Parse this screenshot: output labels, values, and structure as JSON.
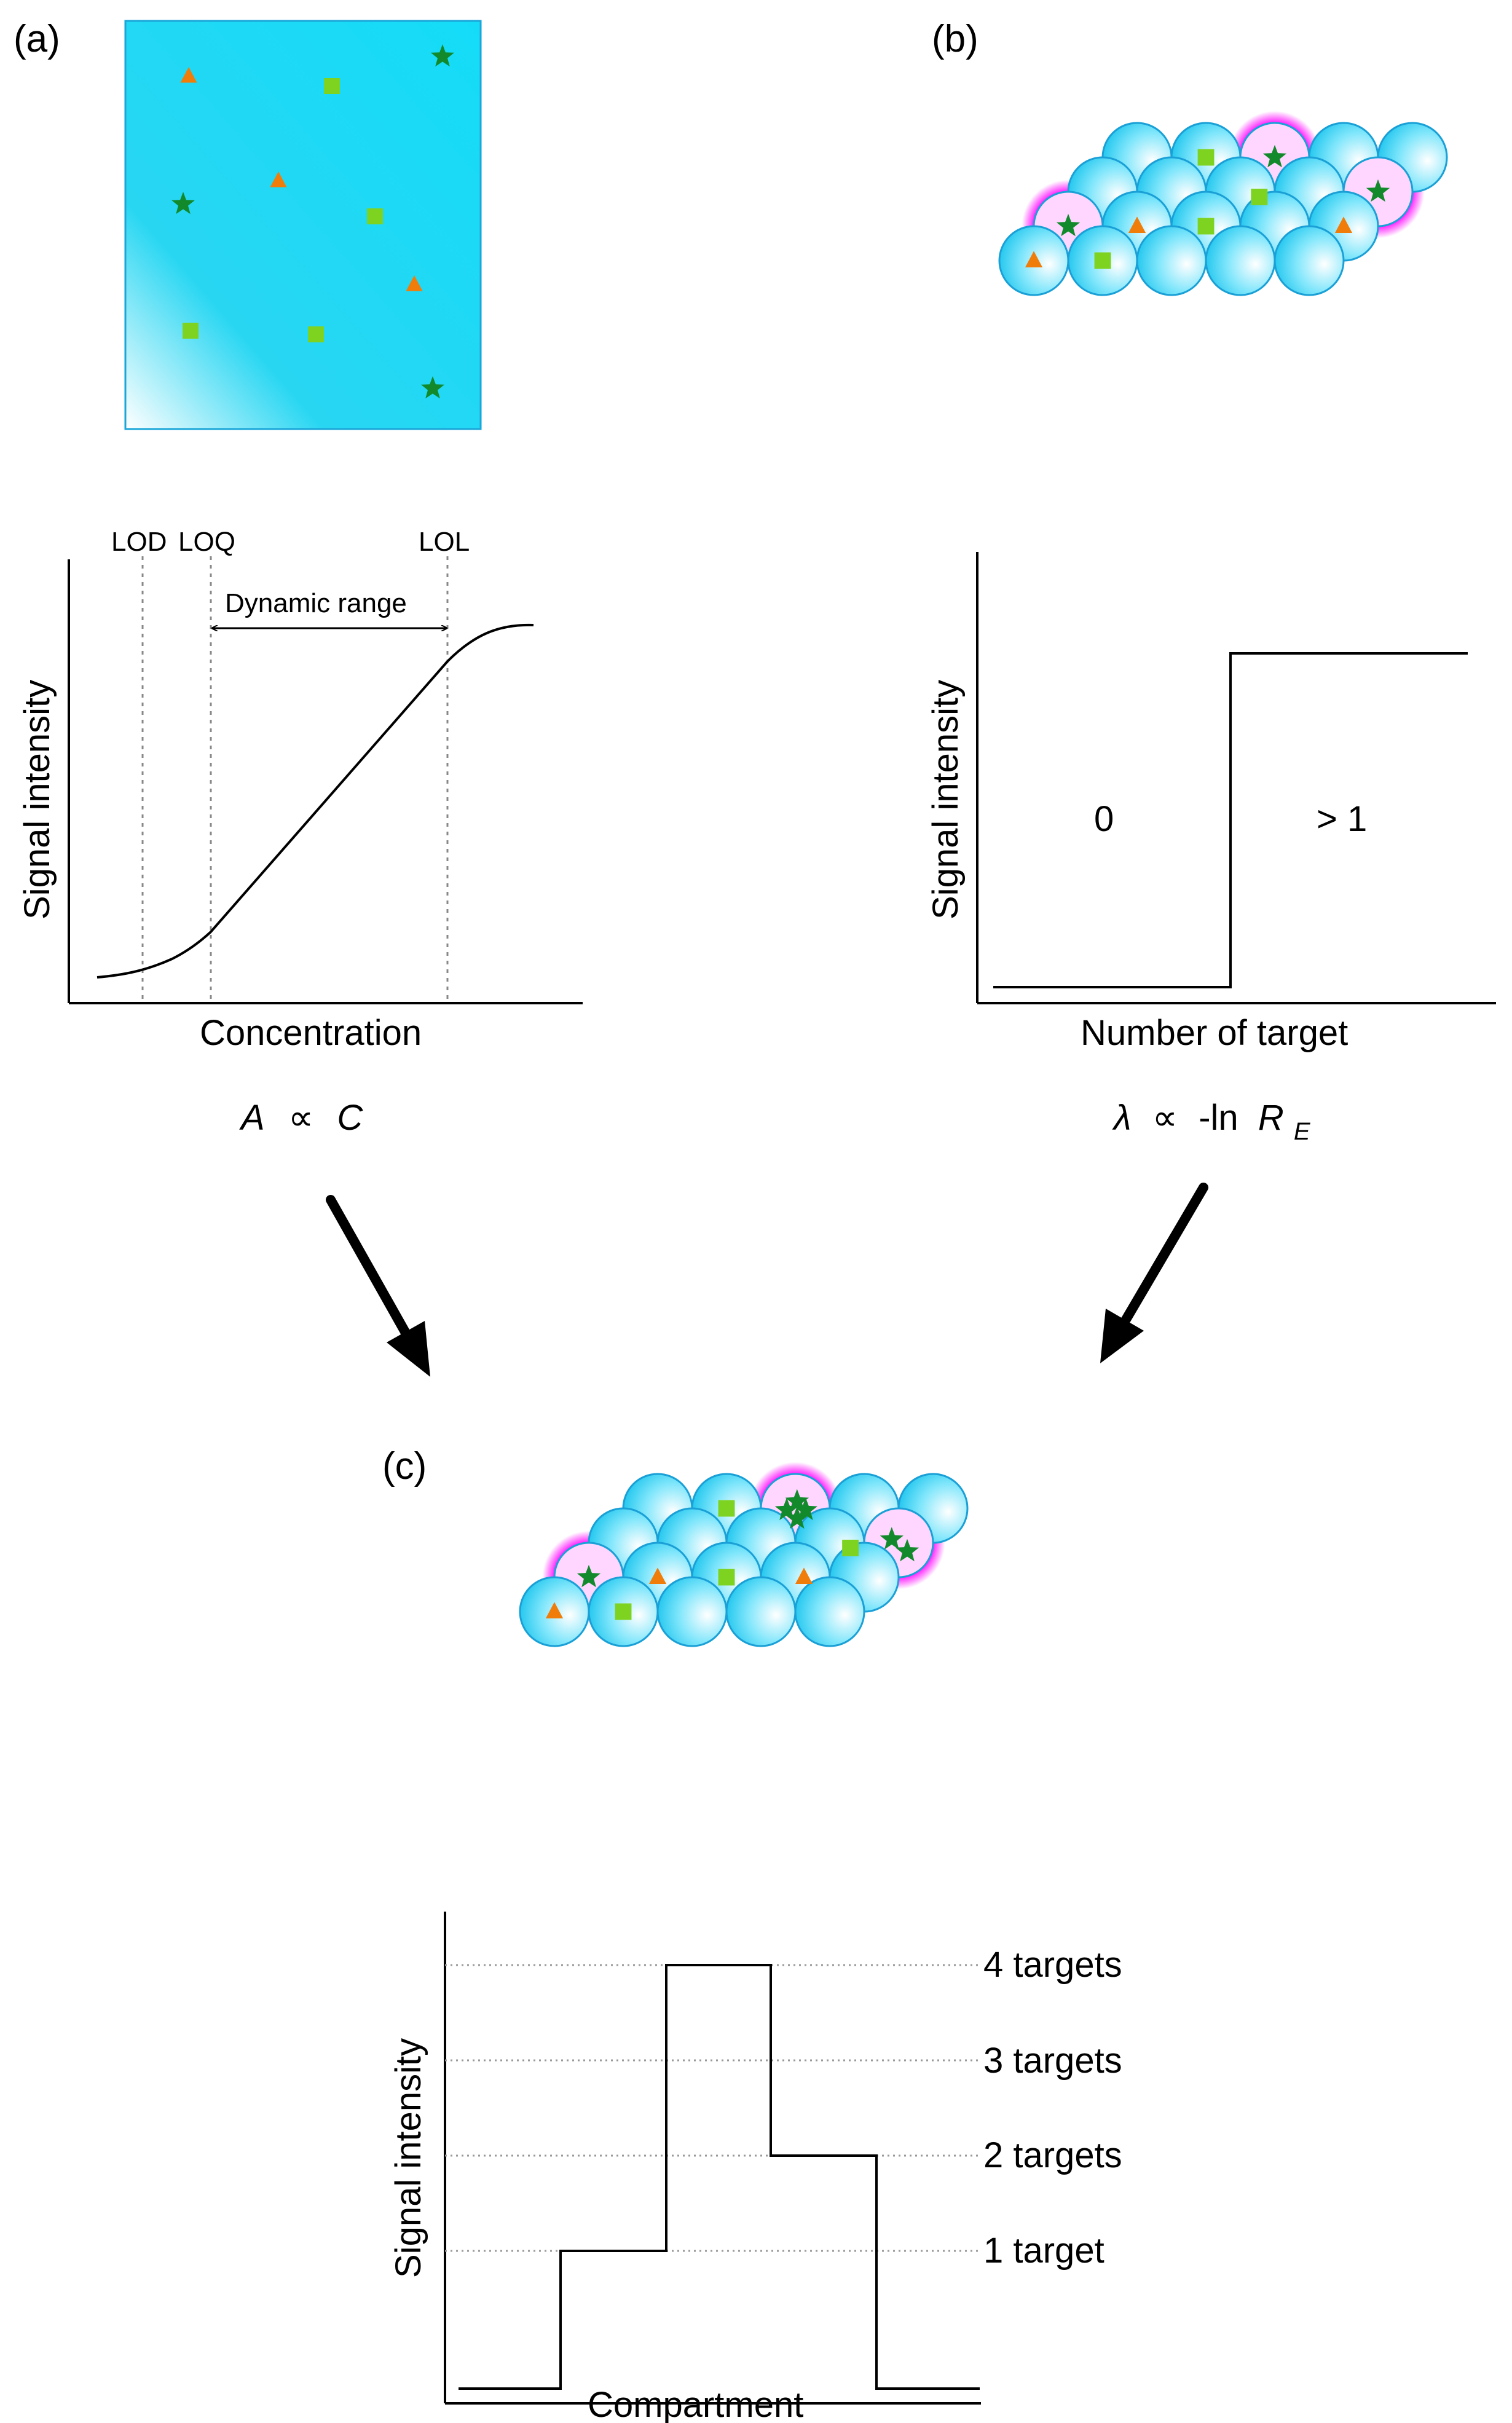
{
  "panels": {
    "a": {
      "label": "(a)",
      "markers": {
        "lod": "LOD",
        "loq": "LOQ",
        "lol": "LOL"
      },
      "dynamic_range": "Dynamic range",
      "ylabel": "Signal intensity",
      "xlabel": "Concentration",
      "equation": {
        "lhs": "A",
        "op": "∝",
        "rhs": "C"
      }
    },
    "b": {
      "label": "(b)",
      "ylabel": "Signal intensity",
      "xlabel": "Number of target",
      "region_low": "0",
      "region_high": "> 1",
      "equation": {
        "lhs": "λ",
        "op": "∝",
        "rhs": "-ln",
        "var": "R",
        "sub": "E"
      }
    },
    "c": {
      "label": "(c)",
      "ylabel": "Signal intensity",
      "xlabel": "Compartment",
      "levels": [
        "1 target",
        "2 targets",
        "3 targets",
        "4 targets"
      ]
    }
  },
  "colors": {
    "compartment": "#29d3f0",
    "glow": "#ff00ff",
    "triangle": "#f07d0a",
    "square": "#7ed321",
    "star": "#128a2c"
  },
  "chart_data": [
    {
      "type": "line",
      "xlabel": "Concentration",
      "ylabel": "Signal intensity",
      "shape": "sigmoid calibration curve",
      "annotations": [
        "LOD",
        "LOQ",
        "LOL",
        "Dynamic range"
      ]
    },
    {
      "type": "line",
      "xlabel": "Number of target",
      "ylabel": "Signal intensity",
      "shape": "step",
      "regions": [
        "0",
        "> 1"
      ]
    },
    {
      "type": "line",
      "xlabel": "Compartment",
      "ylabel": "Signal intensity",
      "shape": "step",
      "levels": [
        "1 target",
        "2 targets",
        "3 targets",
        "4 targets"
      ],
      "values": [
        0,
        1,
        4,
        2,
        0
      ]
    }
  ]
}
